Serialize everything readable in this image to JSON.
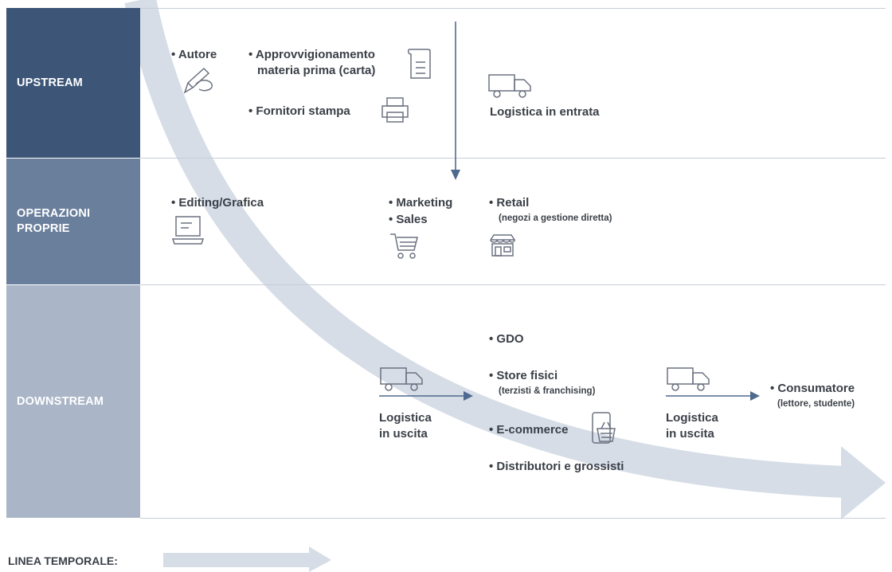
{
  "bands": {
    "upstream": "UPSTREAM",
    "operations_line1": "OPERAZIONI",
    "operations_line2": "PROPRIE",
    "downstream": "DOWNSTREAM"
  },
  "upstream": {
    "author": "• Autore",
    "raw_material_line1": "• Approvvigionamento",
    "raw_material_line2": "materia prima (carta)",
    "print_suppliers": "• Fornitori stampa",
    "inbound_logistics": "Logistica in entrata"
  },
  "operations": {
    "editing": "• Editing/Grafica",
    "marketing": "• Marketing",
    "sales": "• Sales",
    "retail": "• Retail",
    "retail_sub": "(negozi a gestione diretta)"
  },
  "downstream": {
    "gdo": "• GDO",
    "physical_stores": "• Store fisici",
    "physical_stores_sub": "(terzisti & franchising)",
    "ecommerce": "• E-commerce",
    "distributors": "• Distributori e grossisti",
    "outbound_logistics_1_line1": "Logistica",
    "outbound_logistics_1_line2": "in uscita",
    "outbound_logistics_2_line1": "Logistica",
    "outbound_logistics_2_line2": "in uscita",
    "consumer": "• Consumatore",
    "consumer_sub": "(lettore, studente)"
  },
  "legend": {
    "timeline_label": "LINEA TEMPORALE:"
  },
  "colors": {
    "upstream_band": "#3d5678",
    "operations_band": "#6a7f9c",
    "downstream_band": "#aab6c8",
    "flow_arrow": "#d6dde7",
    "arrow_line": "#4f6a8f",
    "divider": "#c7cdd7",
    "icon_stroke": "#6b7280"
  }
}
